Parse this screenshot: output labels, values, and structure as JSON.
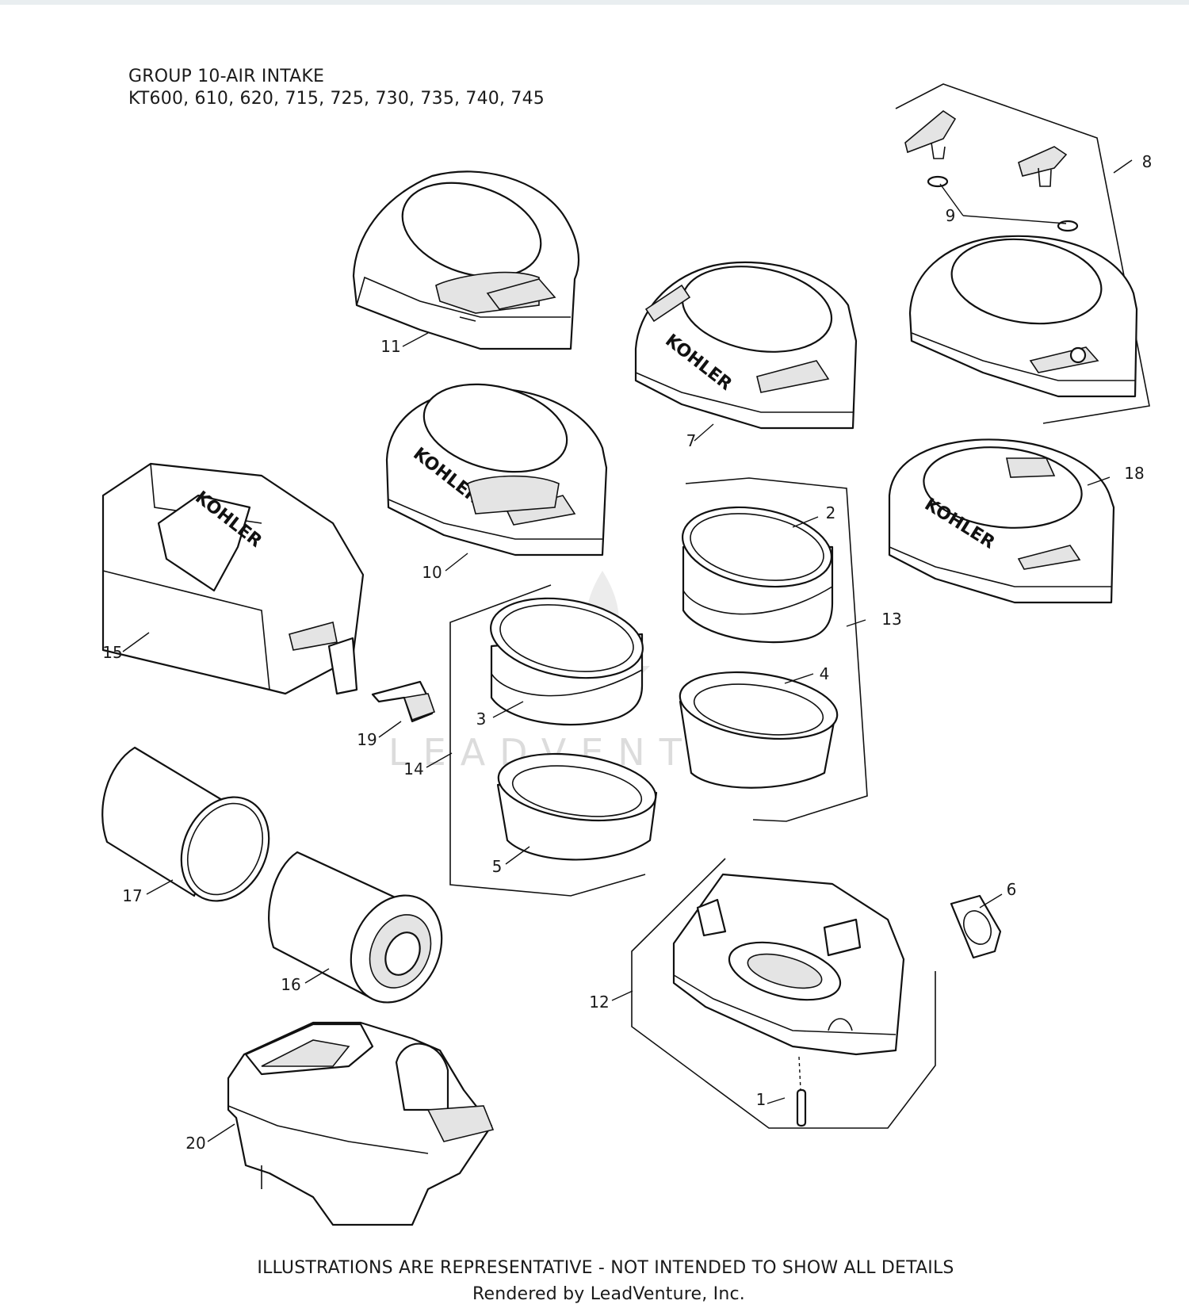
{
  "header": {
    "title": "GROUP 10-AIR INTAKE",
    "models": "KT600, 610, 620, 715, 725, 730, 735, 740, 745"
  },
  "footer": {
    "disclaimer": "ILLUSTRATIONS ARE REPRESENTATIVE - NOT INTENDED TO SHOW ALL DETAILS",
    "credit": "Rendered by LeadVenture, Inc."
  },
  "brand_marks": {
    "cover_logo": "KOHLER",
    "watermark": "LEADVENTURE"
  },
  "callouts": [
    "1",
    "2",
    "3",
    "4",
    "5",
    "6",
    "7",
    "8",
    "9",
    "10",
    "11",
    "12",
    "13",
    "14",
    "15",
    "16",
    "17",
    "18",
    "19",
    "20"
  ]
}
